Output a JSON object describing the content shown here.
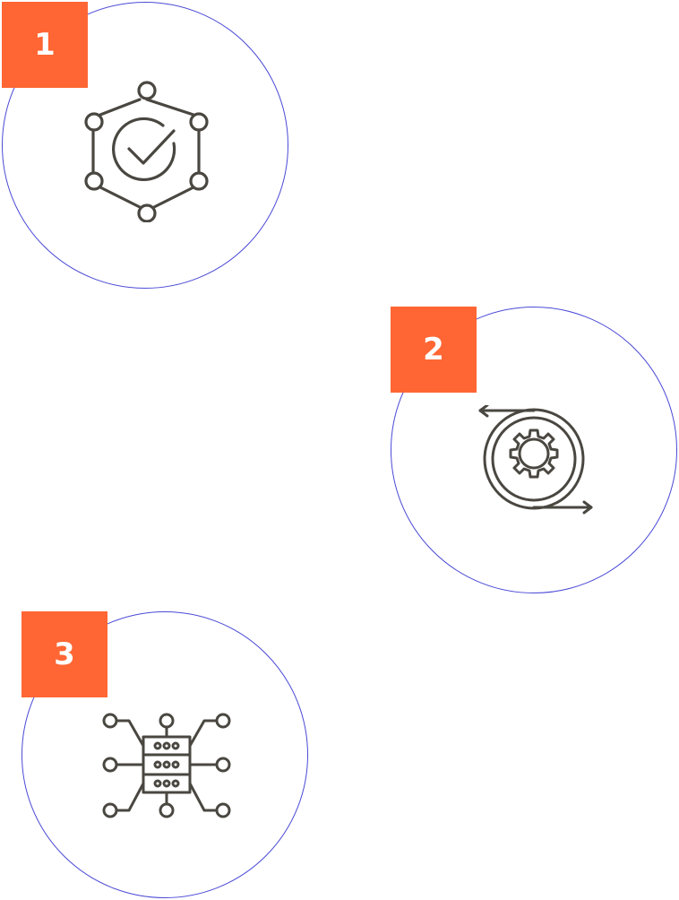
{
  "colors": {
    "circle_outline": "#4a4ad6",
    "badge_background": "#ff6633",
    "badge_text": "#ffffff",
    "icon_stroke": "#4a4741"
  },
  "steps": [
    {
      "number": "1",
      "icon": "hexagon-checkmark-network-icon"
    },
    {
      "number": "2",
      "icon": "gear-cycle-arrows-icon"
    },
    {
      "number": "3",
      "icon": "server-network-nodes-icon"
    }
  ]
}
